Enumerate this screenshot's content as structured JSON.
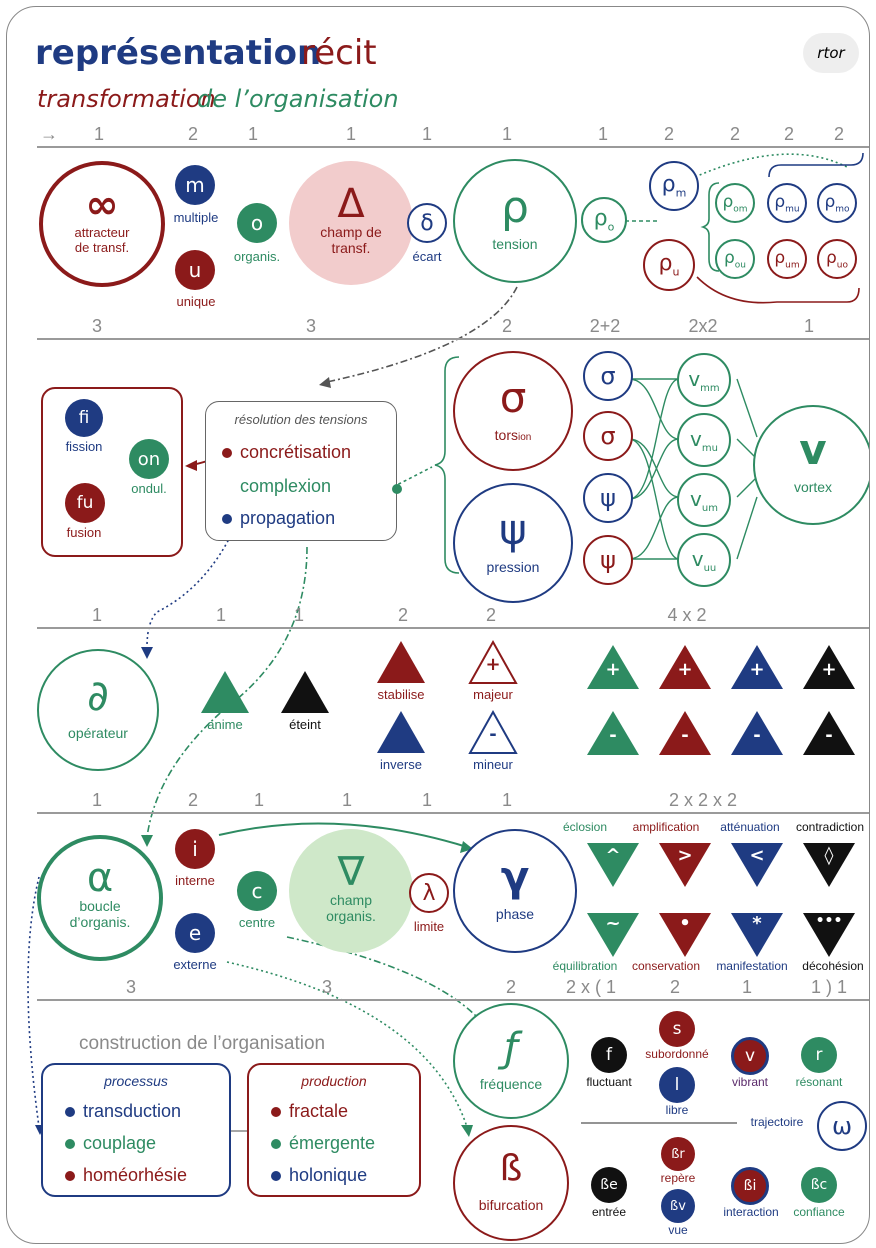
{
  "title": {
    "main": "représentation",
    "accent": "récit",
    "subtitle_a": "transformation",
    "subtitle_b": "de l’",
    "subtitle_c": "organisation",
    "badge": "rtor"
  },
  "colors": {
    "red": "#8b1a1a",
    "green": "#2e8b62",
    "blue": "#1f3b82",
    "black": "#111111",
    "pink": "#f2cccc",
    "lightgreen": "#cfe8c9",
    "grey": "#8a8a8a"
  },
  "row1": {
    "counts": [
      "→",
      "1",
      "2",
      "1",
      "1",
      "1",
      "1",
      "1",
      "2",
      "2",
      "2",
      "2"
    ],
    "attractor": {
      "symbol": "∞",
      "label1": "attracteur",
      "label2": "de transf."
    },
    "multiple": {
      "symbol": "m",
      "label": "multiple"
    },
    "unique": {
      "symbol": "u",
      "label": "unique"
    },
    "organis": {
      "symbol": "o",
      "label": "organis."
    },
    "champ": {
      "symbol": "Δ",
      "label1": "champ de",
      "label2": "transf."
    },
    "ecart": {
      "symbol": "δ",
      "label": "écart"
    },
    "tension": {
      "symbol": "ρ",
      "label": "tension"
    },
    "rho_o": {
      "symbol": "ρ",
      "sub": "o"
    },
    "rho_m": {
      "symbol": "ρ",
      "sub": "m"
    },
    "rho_u": {
      "symbol": "ρ",
      "sub": "u"
    },
    "rho_om": {
      "symbol": "ρ",
      "sub": "om"
    },
    "rho_ou": {
      "symbol": "ρ",
      "sub": "ou"
    },
    "rho_mu": {
      "symbol": "ρ",
      "sub": "mu"
    },
    "rho_mo": {
      "symbol": "ρ",
      "sub": "mo"
    },
    "rho_um": {
      "symbol": "ρ",
      "sub": "um"
    },
    "rho_uo": {
      "symbol": "ρ",
      "sub": "uo"
    }
  },
  "row2": {
    "counts": [
      "3",
      "3",
      "2",
      "2+2",
      "2x2",
      "1"
    ],
    "fission": {
      "symbol": "fi",
      "label": "fission"
    },
    "ondul": {
      "symbol": "on",
      "label": "ondul."
    },
    "fusion": {
      "symbol": "fu",
      "label": "fusion"
    },
    "resolution": {
      "title": "résolution des tensions",
      "item1": "concrétisation",
      "item2": "complexion",
      "item3": "propagation"
    },
    "torsion": {
      "symbol": "σ",
      "label": "tors",
      "label_sub": "ion"
    },
    "pression": {
      "symbol": "ψ",
      "label": "pression"
    },
    "sigma_b": {
      "symbol": "σ"
    },
    "sigma_r": {
      "symbol": "σ"
    },
    "psi_b": {
      "symbol": "ψ"
    },
    "psi_r": {
      "symbol": "ψ"
    },
    "v_mm": {
      "symbol": "v",
      "sub": "mm"
    },
    "v_mu": {
      "symbol": "v",
      "sub": "mu"
    },
    "v_um": {
      "symbol": "v",
      "sub": "um"
    },
    "v_uu": {
      "symbol": "v",
      "sub": "uu"
    },
    "vortex": {
      "symbol": "v",
      "label": "vortex"
    }
  },
  "row3": {
    "counts": [
      "1",
      "1",
      "1",
      "2",
      "2",
      "4 x 2"
    ],
    "operateur": {
      "symbol": "∂",
      "label": "opérateur"
    },
    "anime": "anime",
    "eteint": "éteint",
    "stabilise": "stabilise",
    "inverse": "inverse",
    "majeur": {
      "symbol": "+",
      "label": "majeur"
    },
    "mineur": {
      "symbol": "-",
      "label": "mineur"
    },
    "plus": "+",
    "minus": "-"
  },
  "row4": {
    "counts": [
      "1",
      "2",
      "1",
      "1",
      "1",
      "1",
      "2 x 2 x 2"
    ],
    "boucle": {
      "symbol": "α",
      "label1": "boucle",
      "label2": "d’organis."
    },
    "interne": {
      "symbol": "i",
      "label": "interne"
    },
    "externe": {
      "symbol": "e",
      "label": "externe"
    },
    "centre": {
      "symbol": "c",
      "label": "centre"
    },
    "champ": {
      "symbol": "∇",
      "label1": "champ",
      "label2": "organis."
    },
    "limite": {
      "symbol": "λ",
      "label": "limite"
    },
    "phase": {
      "symbol": "γ",
      "label": "phase"
    },
    "top_labels": [
      "éclosion",
      "amplification",
      "atténuation",
      "contradiction"
    ],
    "top_symbols": [
      "^",
      ">",
      "<",
      "◊"
    ],
    "bottom_labels": [
      "équilibration",
      "conservation",
      "manifestation",
      "décohésion"
    ],
    "bottom_symbols": [
      "~",
      "•",
      "*",
      "•••"
    ]
  },
  "row5": {
    "counts": [
      "3",
      "3",
      "2",
      "2 x ( 1",
      "2",
      "1",
      "1 ) 1"
    ],
    "construction": "construction de l’organisation",
    "processus": {
      "title": "processus",
      "items": [
        "transduction",
        "couplage",
        "homéorhésie"
      ]
    },
    "production": {
      "title": "production",
      "items": [
        "fractale",
        "émergente",
        "holonique"
      ]
    },
    "frequence": {
      "symbol": "ƒ",
      "label": "fréquence"
    },
    "bifurcation": {
      "symbol": "ß",
      "label": "bifurcation"
    },
    "fluctuant": {
      "symbol": "f",
      "label": "fluctuant"
    },
    "subordonne": {
      "symbol": "s",
      "label": "subordonné"
    },
    "libre": {
      "symbol": "l",
      "label": "libre"
    },
    "vibrant": {
      "symbol": "v",
      "label": "vibrant"
    },
    "resonant": {
      "symbol": "r",
      "label": "résonant"
    },
    "trajectoire": {
      "symbol": "ω",
      "label": "trajectoire"
    },
    "entree": {
      "symbol": "ße",
      "label": "entrée"
    },
    "repere": {
      "symbol": "ßr",
      "label": "repère"
    },
    "vue": {
      "symbol": "ßv",
      "label": "vue"
    },
    "interaction": {
      "symbol": "ßi",
      "label": "interaction"
    },
    "confiance": {
      "symbol": "ßc",
      "label": "confiance"
    }
  }
}
